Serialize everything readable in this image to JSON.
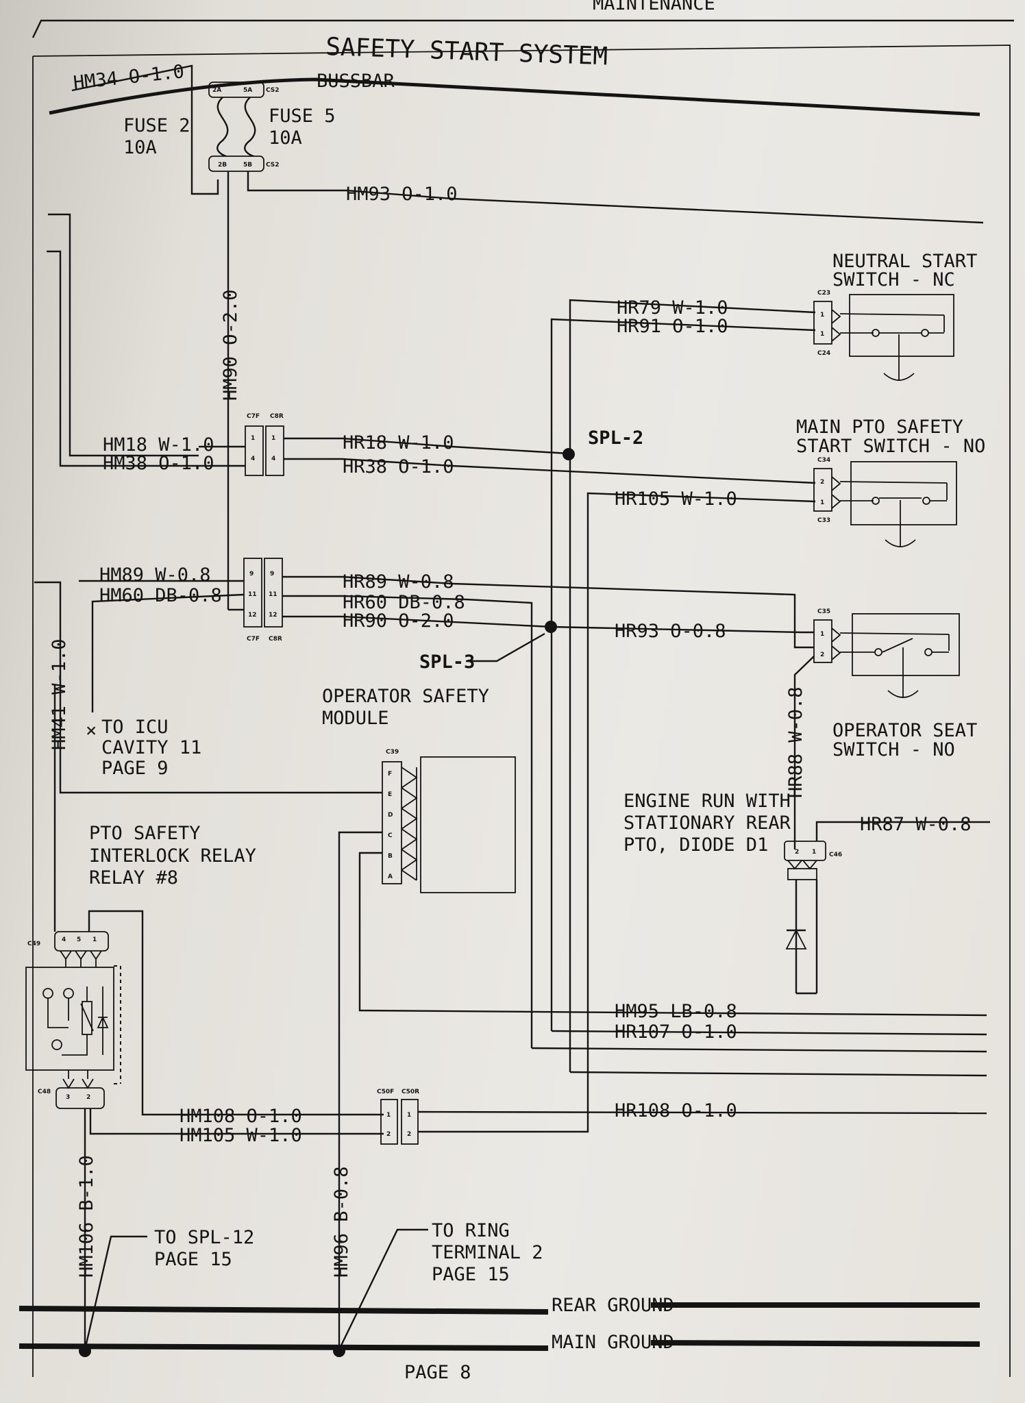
{
  "header": {
    "section": "MAINTENANCE"
  },
  "diagram": {
    "title": "SAFETY START SYSTEM",
    "bussbar": "BUSSBAR",
    "fuses": {
      "fuse2": [
        "FUSE 2",
        "10A"
      ],
      "fuse5": [
        "FUSE 5",
        "10A"
      ]
    },
    "wires": {
      "hm34": "HM34 O-1.0",
      "hm93": "HM93 O-1.0",
      "hm90": "HM90 O-2.0",
      "hm18": "HM18 W-1.0",
      "hm38": "HM38 O-1.0",
      "hr18": "HR18 W-1.0",
      "hr38": "HR38 O-1.0",
      "hr79": "HR79 W-1.0",
      "hr91": "HR91 O-1.0",
      "hr105": "HR105 W-1.0",
      "hm89": "HM89 W-0.8",
      "hm60": "HM60 DB-0.8",
      "hr89": "HR89 W-0.8",
      "hr60": "HR60 DB-0.8",
      "hr90": "HR90 O-2.0",
      "hr93": "HR93 O-0.8",
      "hm41": "HM41 W-1.0",
      "hr88": "HR88 W-0.8",
      "hr87": "HR87 W-0.8",
      "hm95": "HM95 LB-0.8",
      "hr107": "HR107 O-1.0",
      "hm108": "HM108 O-1.0",
      "hm105": "HM105 W-1.0",
      "hr108": "HR108 O-1.0",
      "hm106": "HM106 B-1.0",
      "hm96": "HM96 B-0.8"
    },
    "splices": {
      "spl2": "SPL-2",
      "spl3": "SPL-3"
    },
    "components": {
      "neutral_start": [
        "NEUTRAL START",
        "SWITCH - NC"
      ],
      "main_pto": [
        "MAIN PTO SAFETY",
        "START SWITCH - NO"
      ],
      "operator_seat": [
        "OPERATOR SEAT",
        "SWITCH - NO"
      ],
      "operator_module": [
        "OPERATOR SAFETY",
        "MODULE"
      ],
      "engine_run": [
        "ENGINE RUN WITH",
        "STATIONARY REAR",
        "PTO, DIODE D1"
      ],
      "pto_relay": [
        "PTO SAFETY",
        "INTERLOCK RELAY",
        "RELAY #8"
      ],
      "to_icu": [
        "TO ICU",
        "CAVITY 11",
        "PAGE 9"
      ],
      "to_spl12": [
        "TO SPL-12",
        "PAGE 15"
      ],
      "to_ring": [
        "TO RING",
        "TERMINAL 2",
        "PAGE 15"
      ]
    },
    "connectors": {
      "c2a": "2A",
      "c5a": "5A",
      "c2b": "2B",
      "c5b": "5B",
      "cs2": "CS2",
      "c23": "C23",
      "c24": "C24",
      "c34": "C34",
      "c33": "C33",
      "c35": "C35",
      "c39": "C39",
      "c49": "C49",
      "c48": "C48",
      "c7f": "C7F",
      "c8r": "C8R",
      "c50f": "C50F",
      "c50r": "C50R",
      "c46": "C46"
    },
    "pins": {
      "p1": "1",
      "p2": "2",
      "p3": "3",
      "p4": "4",
      "p5": "5",
      "p9": "9",
      "p11": "11",
      "p12": "12",
      "pa": "A",
      "pb": "B",
      "pc": "C",
      "pd": "D",
      "pe": "E",
      "pf": "F"
    },
    "grounds": {
      "rear": "REAR GROUND",
      "main": "MAIN GROUND"
    },
    "page": "PAGE 8"
  },
  "colors": {
    "ink": "#141414",
    "paper": "#ebe9e4",
    "background": "#5a5550"
  }
}
